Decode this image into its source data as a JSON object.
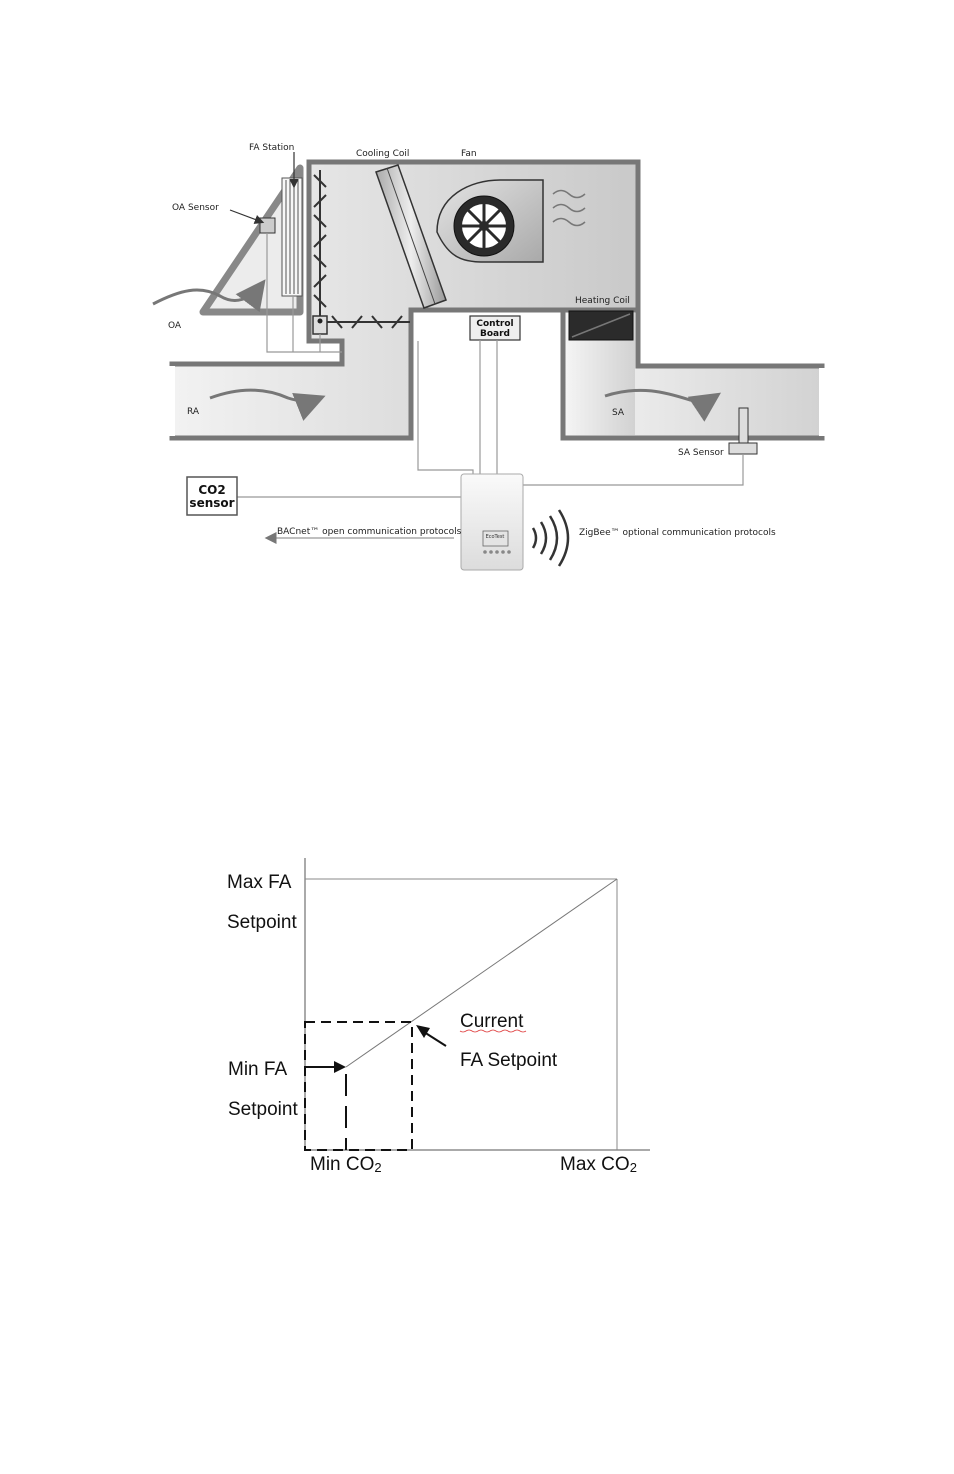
{
  "diagram": {
    "labels": {
      "fa_station": "FA Station",
      "cooling_coil": "Cooling Coil",
      "fan": "Fan",
      "oa_sensor": "OA Sensor",
      "oa": "OA",
      "heating_coil": "Heating Coil",
      "control_board_line1": "Control",
      "control_board_line2": "Board",
      "ra": "RA",
      "sa": "SA",
      "sa_sensor": "SA Sensor",
      "co2_line1": "CO2",
      "co2_line2": "sensor",
      "bacnet": "BACnet™ open communication protocols",
      "zigbee": "ZigBee™ optional communication protocols",
      "thermostat_brand": "EcoTest"
    }
  },
  "graph": {
    "max_fa": "Max FA",
    "max_fa_setpoint": "Setpoint",
    "min_fa": "Min FA",
    "min_fa_setpoint": "Setpoint",
    "current": "Current",
    "fa_setpoint": "FA Setpoint",
    "min_co2": "Min CO",
    "max_co2": "Max CO",
    "subscript": "2"
  }
}
